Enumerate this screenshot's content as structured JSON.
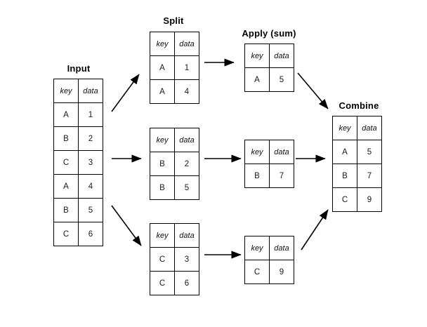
{
  "diagram": {
    "title_input": "Input",
    "title_split": "Split",
    "title_apply": "Apply (sum)",
    "title_combine": "Combine",
    "column_headers": {
      "key": "key",
      "data": "data"
    },
    "accent_color": "#000000",
    "background_color": "#ffffff"
  },
  "input_table": {
    "rows": [
      {
        "key": "A",
        "data": "1"
      },
      {
        "key": "B",
        "data": "2"
      },
      {
        "key": "C",
        "data": "3"
      },
      {
        "key": "A",
        "data": "4"
      },
      {
        "key": "B",
        "data": "5"
      },
      {
        "key": "C",
        "data": "6"
      }
    ]
  },
  "split_tables": [
    {
      "rows": [
        {
          "key": "A",
          "data": "1"
        },
        {
          "key": "A",
          "data": "4"
        }
      ]
    },
    {
      "rows": [
        {
          "key": "B",
          "data": "2"
        },
        {
          "key": "B",
          "data": "5"
        }
      ]
    },
    {
      "rows": [
        {
          "key": "C",
          "data": "3"
        },
        {
          "key": "C",
          "data": "6"
        }
      ]
    }
  ],
  "apply_tables": [
    {
      "rows": [
        {
          "key": "A",
          "data": "5"
        }
      ]
    },
    {
      "rows": [
        {
          "key": "B",
          "data": "7"
        }
      ]
    },
    {
      "rows": [
        {
          "key": "C",
          "data": "9"
        }
      ]
    }
  ],
  "combine_table": {
    "rows": [
      {
        "key": "A",
        "data": "5"
      },
      {
        "key": "B",
        "data": "7"
      },
      {
        "key": "C",
        "data": "9"
      }
    ]
  }
}
